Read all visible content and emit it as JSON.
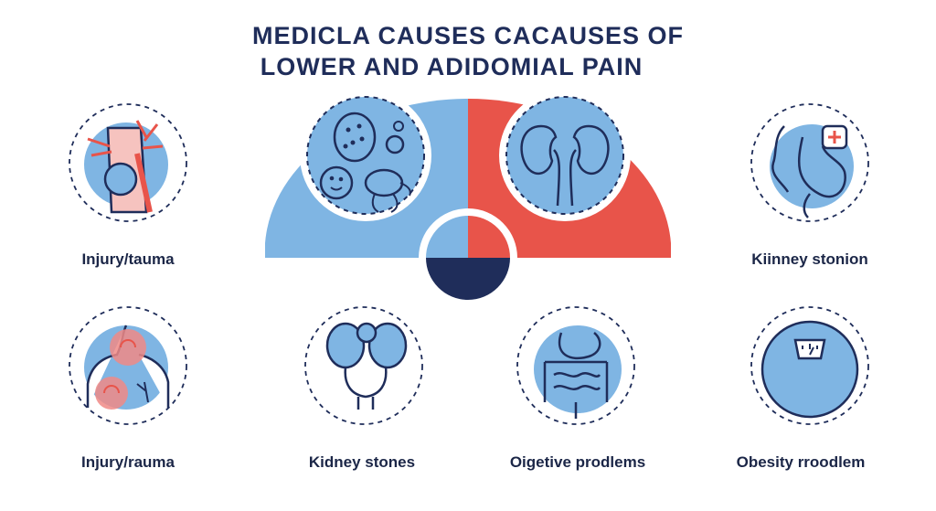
{
  "title": {
    "line1": "MEDICLA CAUSES CACAUSES OF",
    "line2": "LOWER AND ADIDOMIAL PAIN"
  },
  "colors": {
    "blue": "#7fb5e3",
    "red": "#e8544a",
    "navy": "#1f2d5a",
    "pink": "#f08a86"
  },
  "items": [
    {
      "label": "Injury/tauma",
      "icon": "injured-knee-icon"
    },
    {
      "label": "Kiinney stonion",
      "icon": "stomach-medical-icon"
    },
    {
      "label": "Injury/rauma",
      "icon": "back-pain-icon"
    },
    {
      "label": "Kidney stones",
      "icon": "kidney-stones-icon"
    },
    {
      "label": "Oigetive prodlems",
      "icon": "digestive-system-icon"
    },
    {
      "label": "Obesity rroodlem",
      "icon": "weight-scale-icon"
    }
  ],
  "center": {
    "left_icon": "bacteria-icon",
    "right_icon": "kidneys-icon"
  }
}
